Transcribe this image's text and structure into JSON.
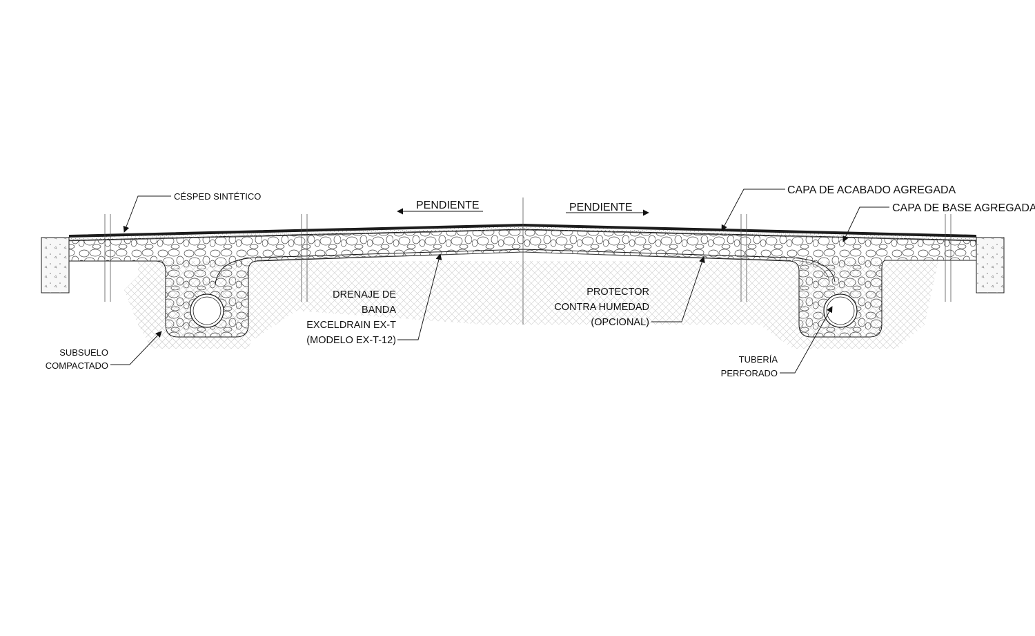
{
  "labels": {
    "turf": "CÉSPED SINTÉTICO",
    "finish_layer": "CAPA DE ACABADO AGREGADA",
    "base_layer": "CAPA DE BASE AGREGADA",
    "slope_left": "PENDIENTE",
    "slope_right": "PENDIENTE",
    "strip_drain": [
      "DRENAJE DE",
      "BANDA",
      "EXCELDRAIN EX-T",
      "(MODELO EX-T-12)"
    ],
    "moisture_barrier": [
      "PROTECTOR",
      "CONTRA HUMEDAD",
      "(OPCIONAL)"
    ],
    "subgrade": [
      "SUBSUELO",
      "COMPACTADO"
    ],
    "pipe": [
      "TUBERÍA",
      "PERFORADO"
    ]
  },
  "colors": {
    "ink": "#1a1a1a",
    "turf": "#1c1c1c",
    "curb_fill": "#f7f7f7",
    "soil_hatch": "#cfcfcf"
  },
  "icons": {
    "leader_arrow": "filled-arrowhead",
    "slope_arrow": "open-left-right-arrow"
  }
}
